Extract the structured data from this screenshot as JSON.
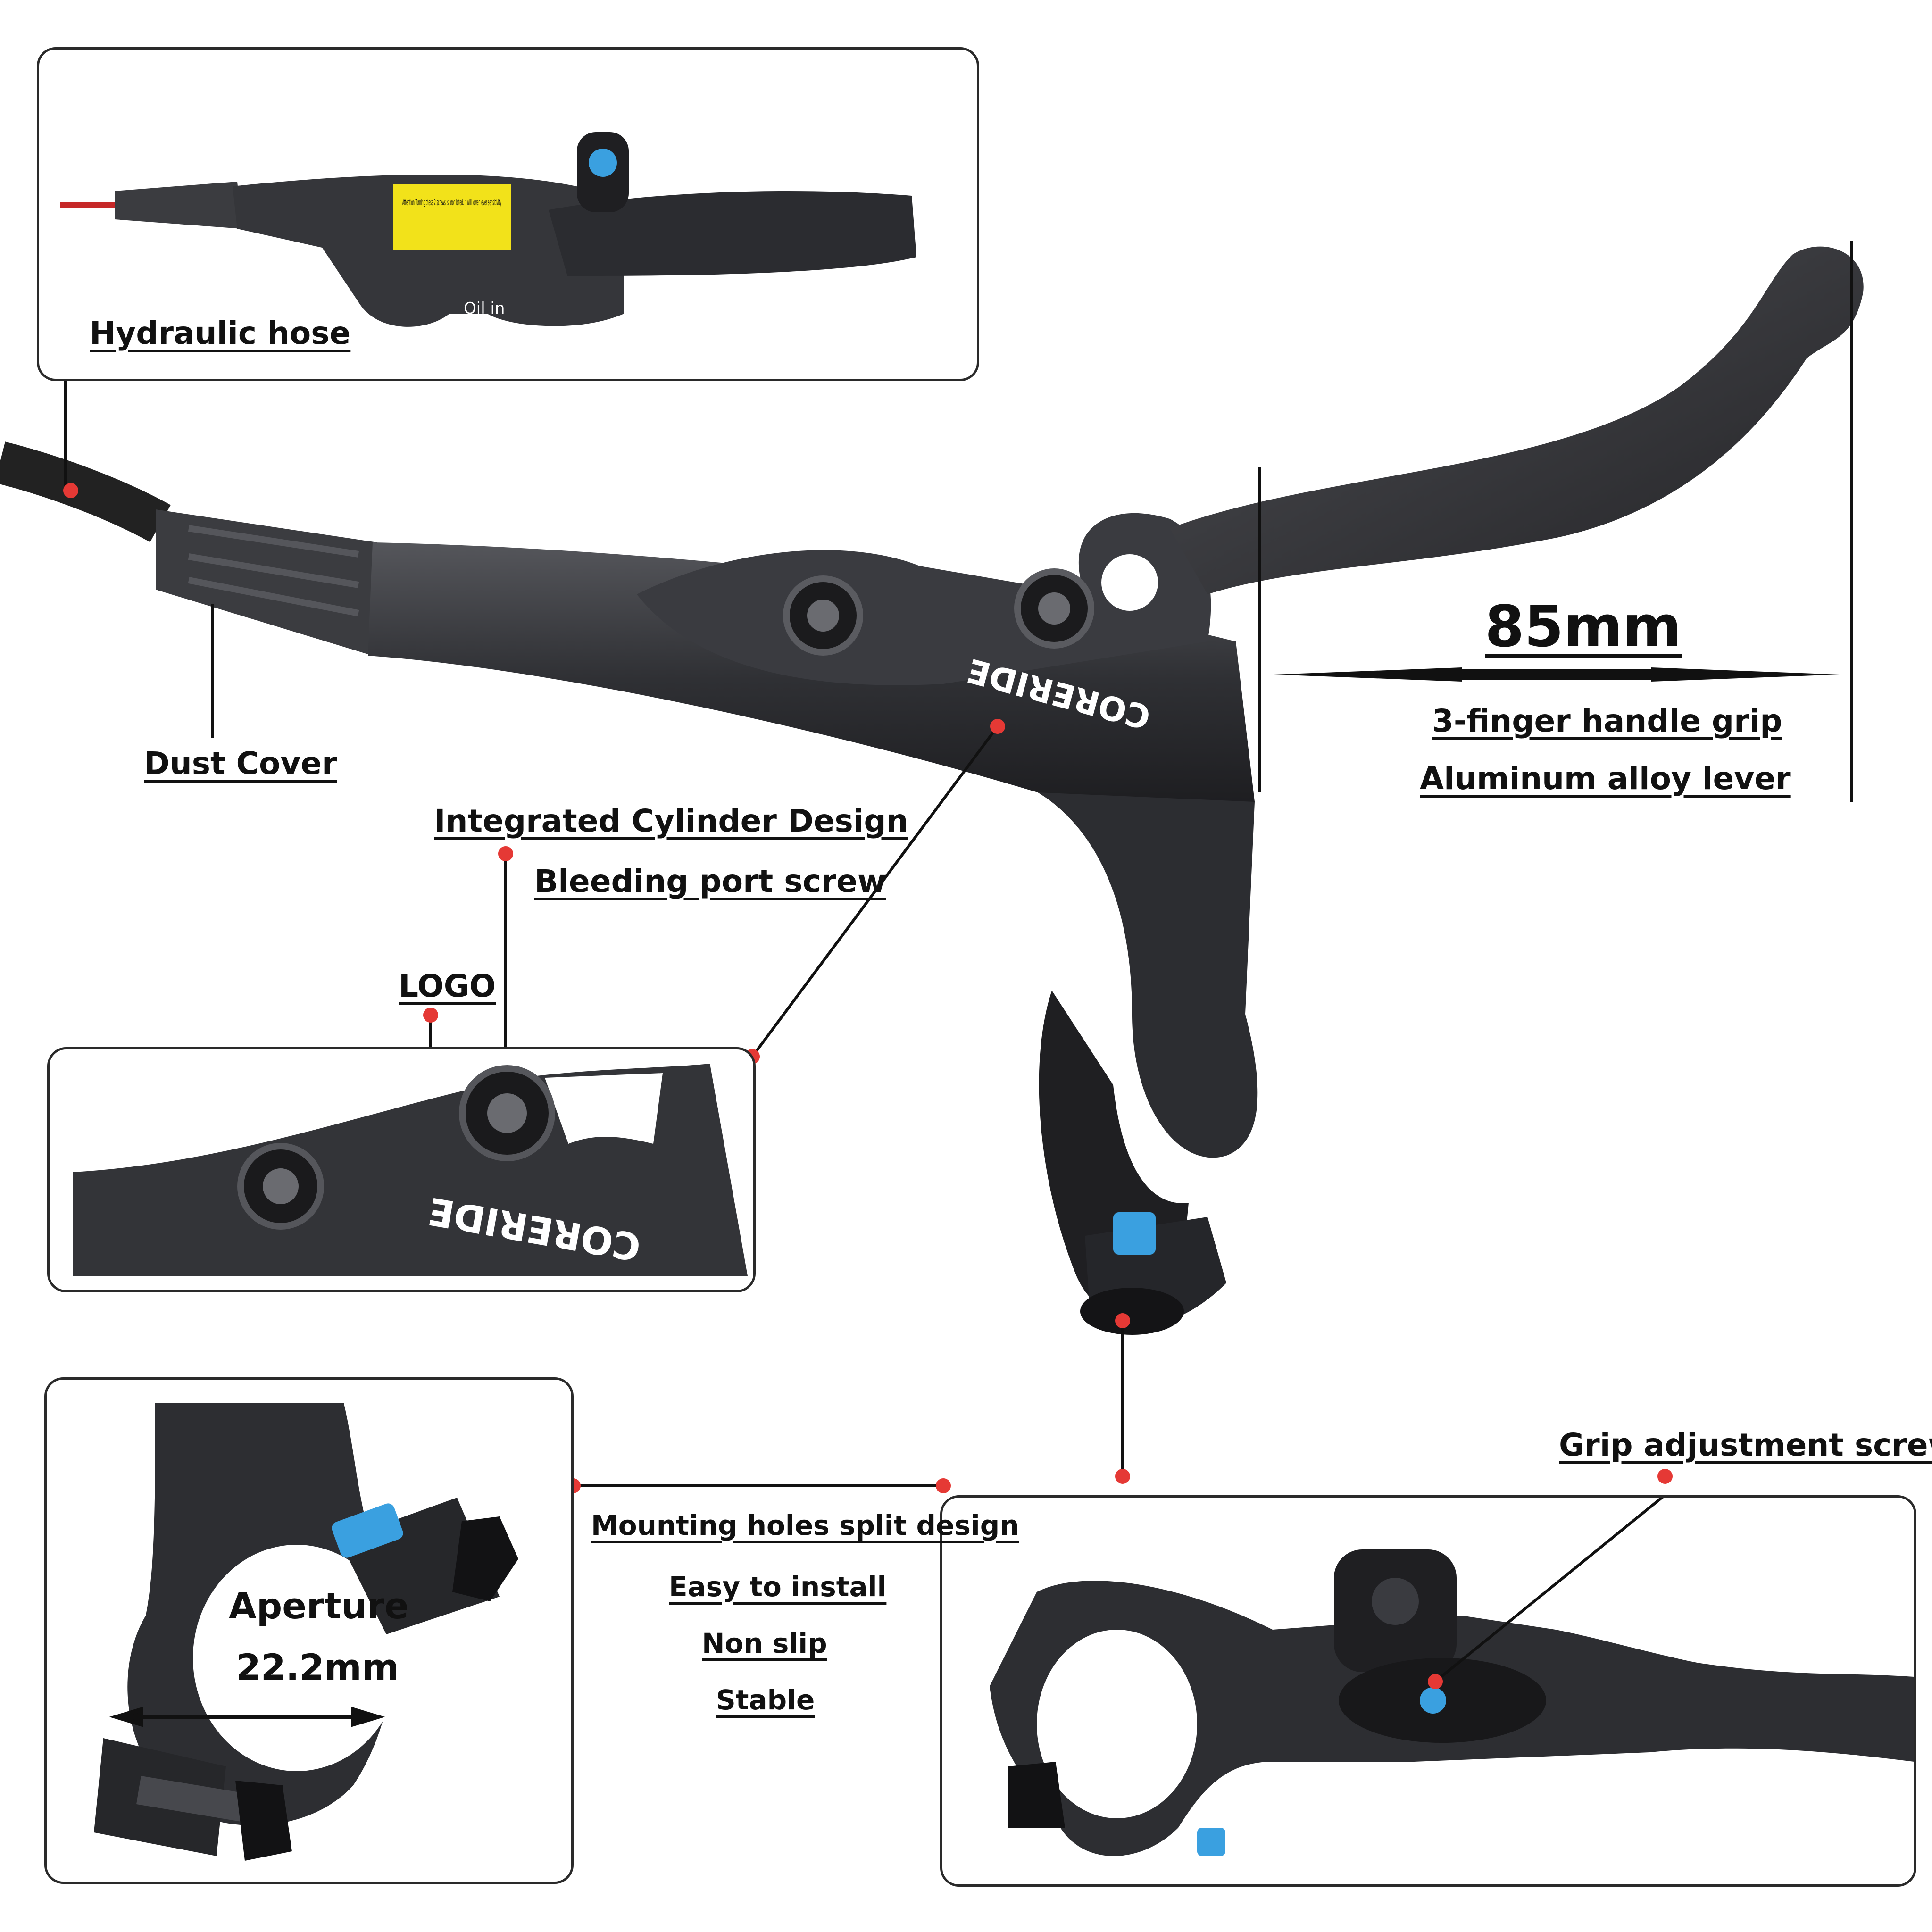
{
  "brand": {
    "logo_text": "CORERIDE"
  },
  "sticker": {
    "text": "Attention Turning these 2 screws is prohibited. It will lower lever sensitivity",
    "color": "#f2e21a"
  },
  "body_marking": "Oil in",
  "colors": {
    "metal": "#2e2f33",
    "metal_light": "#4a4b50",
    "screw_thread": "#3aa0e0",
    "callout_dot": "#e53935",
    "frame": "#2a2a2a"
  },
  "labels": {
    "hydraulic_hose": "Hydraulic hose",
    "dust_cover": "Dust Cover",
    "integrated_cylinder": "Integrated Cylinder Design",
    "bleeding_port": "Bleeding port screw",
    "logo": "LOGO",
    "dimension": "85mm",
    "grip": "3-finger handle grip",
    "lever": "Aluminum alloy lever",
    "aperture": "Aperture",
    "aperture_size": "22.2mm",
    "mounting": "Mounting holes split design",
    "easy": "Easy to install",
    "non_slip": "Non slip",
    "stable": "Stable",
    "grip_screws": "Grip adjustment screws"
  }
}
